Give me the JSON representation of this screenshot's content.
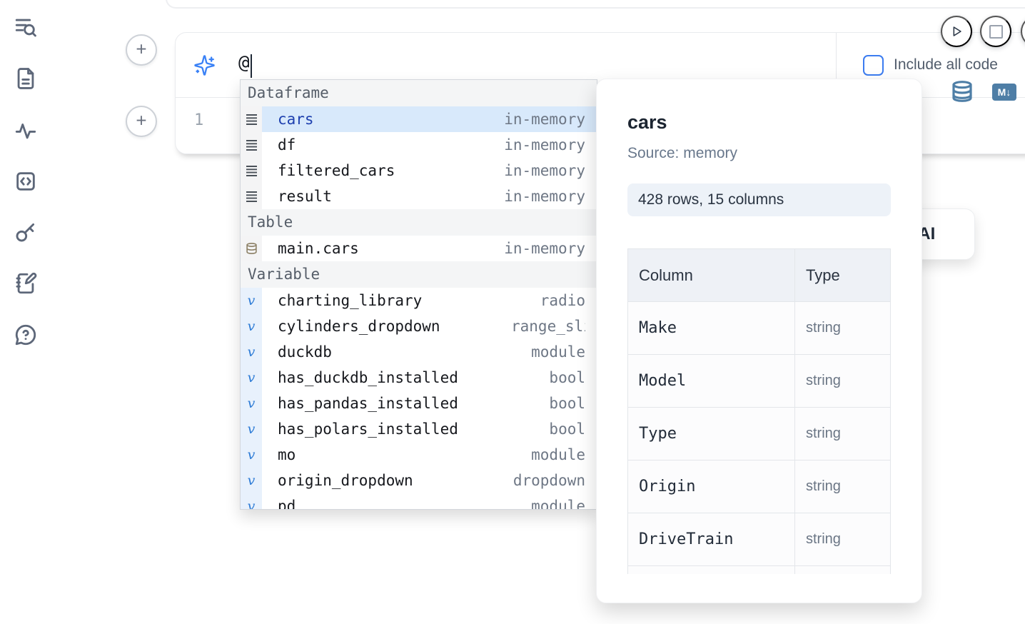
{
  "sidebar": {
    "icons": [
      "list-search-icon",
      "document-icon",
      "activity-icon",
      "code-snippets-icon",
      "key-icon",
      "scratchpad-icon",
      "help-icon"
    ]
  },
  "controls": {
    "run_icon": "play-icon",
    "stop_icon": "stop-icon"
  },
  "prompt": {
    "ai_icon": "sparkles-icon",
    "value": "@",
    "include_all_code_label": "Include all code",
    "include_all_code_checked": false
  },
  "cell": {
    "line_number": "1",
    "convert_icons": [
      "database-icon",
      "markdown-icon"
    ]
  },
  "generate_ai_button": {
    "label": "Generate with AI"
  },
  "autocomplete": {
    "sections": [
      {
        "label": "Dataframe",
        "items": [
          {
            "name": "cars",
            "detail": "in-memory",
            "icon": "dataframe-icon",
            "selected": true
          },
          {
            "name": "df",
            "detail": "in-memory",
            "icon": "dataframe-icon"
          },
          {
            "name": "filtered_cars",
            "detail": "in-memory",
            "icon": "dataframe-icon"
          },
          {
            "name": "result",
            "detail": "in-memory",
            "icon": "dataframe-icon"
          }
        ]
      },
      {
        "label": "Table",
        "items": [
          {
            "name": "main.cars",
            "detail": "in-memory",
            "icon": "table-database-icon"
          }
        ]
      },
      {
        "label": "Variable",
        "items": [
          {
            "name": "charting_library",
            "detail": "radio",
            "icon": "variable-icon"
          },
          {
            "name": "cylinders_dropdown",
            "detail": "range_slider",
            "icon": "variable-icon"
          },
          {
            "name": "duckdb",
            "detail": "module",
            "icon": "variable-icon"
          },
          {
            "name": "has_duckdb_installed",
            "detail": "bool",
            "icon": "variable-icon"
          },
          {
            "name": "has_pandas_installed",
            "detail": "bool",
            "icon": "variable-icon"
          },
          {
            "name": "has_polars_installed",
            "detail": "bool",
            "icon": "variable-icon"
          },
          {
            "name": "mo",
            "detail": "module",
            "icon": "variable-icon"
          },
          {
            "name": "origin_dropdown",
            "detail": "dropdown",
            "icon": "variable-icon"
          },
          {
            "name": "pd",
            "detail": "module",
            "icon": "variable-icon"
          }
        ]
      }
    ]
  },
  "preview": {
    "title": "cars",
    "source": "Source: memory",
    "shape_badge": "428 rows, 15 columns",
    "table": {
      "headers": [
        "Column",
        "Type"
      ],
      "rows": [
        {
          "column": "Make",
          "type": "string"
        },
        {
          "column": "Model",
          "type": "string"
        },
        {
          "column": "Type",
          "type": "string"
        },
        {
          "column": "Origin",
          "type": "string"
        },
        {
          "column": "DriveTrain",
          "type": "string"
        }
      ]
    }
  },
  "colors": {
    "accent_blue": "#3b82f6",
    "selection_bg": "#d8e9fb",
    "selection_text": "#1e40af",
    "steel_blue_icon": "#4e7ea6",
    "table_icon_tan": "#8a7e63",
    "sidebar_icon": "#5d6779",
    "muted_text": "#6e7785"
  }
}
